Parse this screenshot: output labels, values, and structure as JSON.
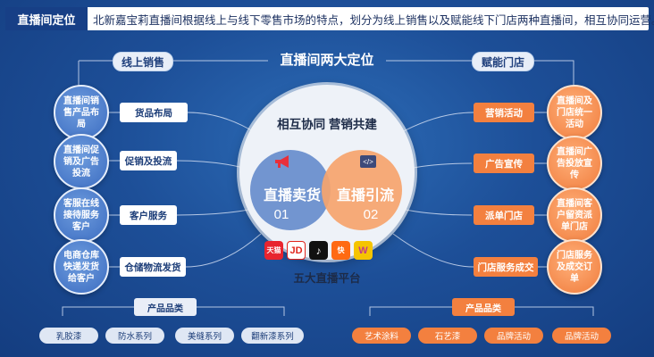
{
  "header": {
    "label": "直播间定位",
    "text": "北新嘉宝莉直播间根据线上与线下零售市场的特点，划分为线上销售以及赋能线下门店两种直播间，相互协同运营。"
  },
  "left_section": {
    "title": "线上销售",
    "bubbles": [
      "直播间销售产品布局",
      "直播间促销及广告投流",
      "客服在线接待服务客户",
      "电商仓库快递发货给客户"
    ],
    "pills": [
      "货品布局",
      "促销及投流",
      "客户服务",
      "仓储物流发货"
    ],
    "category_label": "产品品类",
    "categories": [
      "乳胶漆",
      "防水系列",
      "美缝系列",
      "翻新漆系列"
    ]
  },
  "right_section": {
    "title": "赋能门店",
    "bubbles": [
      "直播间及门店统一活动",
      "直播间广告投放宣传",
      "直播间客户留资派单门店",
      "门店服务及成交订单"
    ],
    "pills": [
      "营销活动",
      "广告宣传",
      "派单门店",
      "门店服务成交"
    ],
    "category_label": "产品品类",
    "categories": [
      "艺术涂料",
      "石艺漆",
      "品牌活动",
      "品牌活动"
    ]
  },
  "center": {
    "title": "直播间两大定位",
    "subtitle": "相互协同 营销共建",
    "left_name": "直播卖货",
    "left_num": "01",
    "right_name": "直播引流",
    "right_num": "02",
    "platforms_title": "五大直播平台",
    "platforms": [
      {
        "name": "tmall",
        "label": "天猫",
        "color": "#e8242e"
      },
      {
        "name": "jd",
        "label": "JD",
        "color": "#e1251b"
      },
      {
        "name": "douyin",
        "label": "♪",
        "color": "#111111"
      },
      {
        "name": "kuaishou",
        "label": "快",
        "color": "#ff6a13"
      },
      {
        "name": "weishi",
        "label": "W",
        "color": "#f5c400"
      }
    ]
  }
}
